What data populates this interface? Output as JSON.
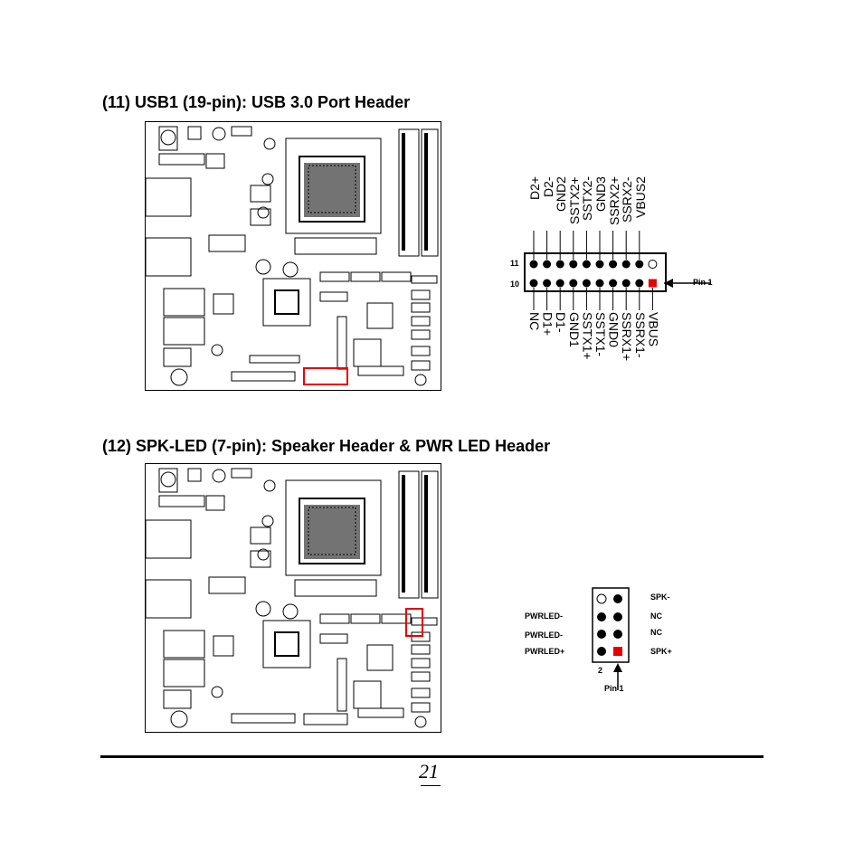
{
  "section11": {
    "heading": "(11) USB1 (19-pin): USB 3.0 Port Header",
    "row_labels": {
      "top": "11",
      "bottom": "10"
    },
    "pin1_label": "Pin 1",
    "top_pins": [
      "D2+",
      "D2-",
      "GND2",
      "SSTX2+",
      "SSTX2-",
      "GND3",
      "SSRX2+",
      "SSRX2-",
      "VBUS2"
    ],
    "bottom_pins": [
      "NC",
      "D1+",
      "D1-",
      "GND1",
      "SSTX1+",
      "SSTX1-",
      "GND0",
      "SSRX1+",
      "SSRX1-",
      "VBUS"
    ]
  },
  "section12": {
    "heading": "(12) SPK-LED (7-pin): Speaker Header & PWR LED Header",
    "left_labels": [
      "PWRLED-",
      "PWRLED-",
      "PWRLED+"
    ],
    "right_labels": [
      "SPK-",
      "NC",
      "NC",
      "SPK+"
    ],
    "pin2_label": "2",
    "pin1_label": "Pin 1"
  },
  "page_number": "21",
  "colors": {
    "highlight": "#e60000",
    "ink": "#000000"
  }
}
